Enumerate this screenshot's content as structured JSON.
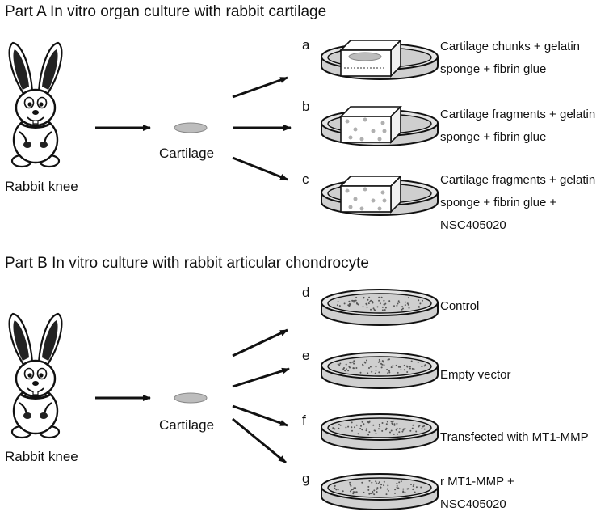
{
  "partA": {
    "title": "Part A In vitro organ culture with rabbit cartilage",
    "rabbit_label": "Rabbit knee",
    "cartilage_label": "Cartilage",
    "items": [
      {
        "letter": "a",
        "lines": [
          "Cartilage chunks + gelatin",
          "sponge + fibrin glue"
        ]
      },
      {
        "letter": "b",
        "lines": [
          "Cartilage fragments + gelatin",
          "sponge + fibrin glue"
        ]
      },
      {
        "letter": "c",
        "lines": [
          "Cartilage fragments + gelatin",
          "sponge + fibrin glue +",
          "NSC405020"
        ]
      }
    ]
  },
  "partB": {
    "title": "Part B In vitro culture with rabbit articular chondrocyte",
    "rabbit_label": "Rabbit knee",
    "cartilage_label": "Cartilage",
    "items": [
      {
        "letter": "d",
        "lines": [
          "Control"
        ]
      },
      {
        "letter": "e",
        "lines": [
          "Empty vector"
        ]
      },
      {
        "letter": "f",
        "lines": [
          "Transfected with MT1-MMP"
        ]
      },
      {
        "letter": "g",
        "lines": [
          "r MT1-MMP +",
          "NSC405020"
        ]
      }
    ]
  },
  "colors": {
    "ink": "#111111",
    "dish_fill": "#c8c8c8",
    "disc_fill": "#bdbdbd",
    "dot": "#9a9a9a"
  },
  "icons": [
    "rabbit-icon",
    "cartilage-disc-icon",
    "culture-dish-icon",
    "gelatin-sponge-icon",
    "arrow-icon"
  ]
}
